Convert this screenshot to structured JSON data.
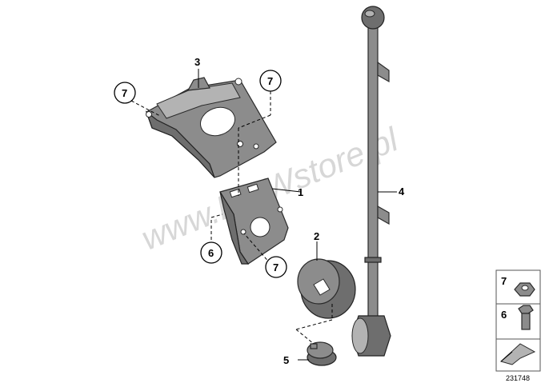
{
  "watermark": "www.BMWstore.pl",
  "reference_code": "231748",
  "callouts": {
    "c1": "1",
    "c2": "2",
    "c3": "3",
    "c4": "4",
    "c5": "5",
    "c6_circle": "6",
    "c7_top_left": "7",
    "c7_top_right": "7",
    "c7_lower": "7"
  },
  "legend": {
    "item_7": "7",
    "item_6": "6"
  }
}
